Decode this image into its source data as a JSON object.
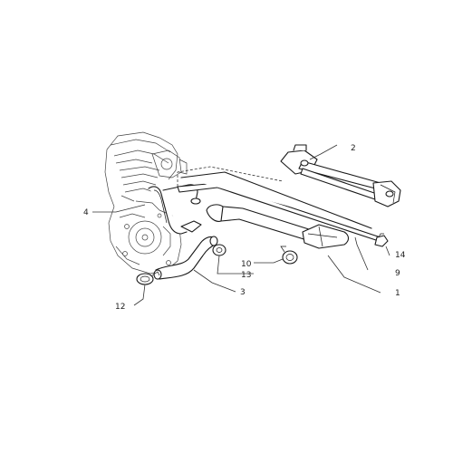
{
  "callouts": {
    "c1": "1",
    "c2": "2",
    "c3": "3",
    "c4": "4",
    "c9": "9",
    "c10": "10",
    "c12": "12",
    "c13": "13",
    "c14": "14"
  }
}
